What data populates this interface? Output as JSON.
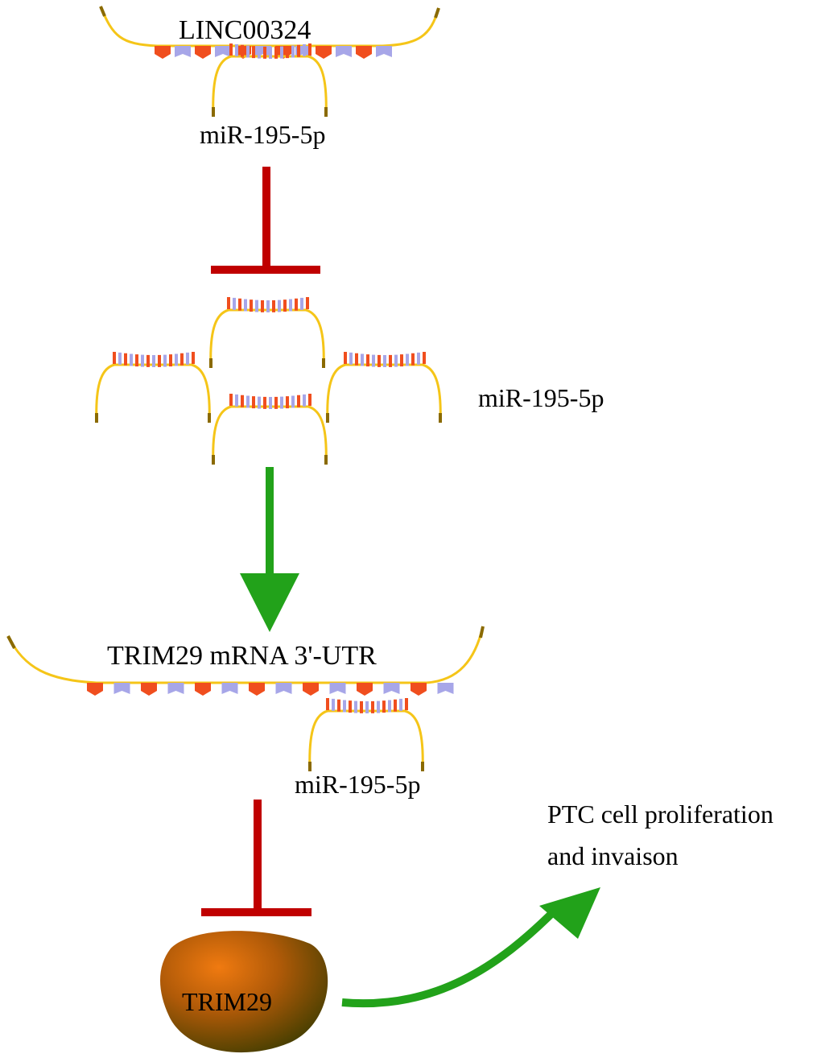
{
  "labels": {
    "lnc": "LINC00324",
    "mir_top": "miR-195-5p",
    "mir_cluster": "miR-195-5p",
    "trim_mrna": "TRIM29 mRNA  3'-UTR",
    "mir_bottom": "miR-195-5p",
    "ptc_line1": "PTC cell proliferation",
    "ptc_line2": "and invaison",
    "trim_protein": "TRIM29"
  },
  "colors": {
    "rna_strand": "#f5c518",
    "inhibition": "#c00000",
    "activation": "#22a21a",
    "base_red": "#f04e1e",
    "base_lilac": "#a7a6e8",
    "protein_light": "#f07a10",
    "protein_dark": "#3c3c00"
  }
}
